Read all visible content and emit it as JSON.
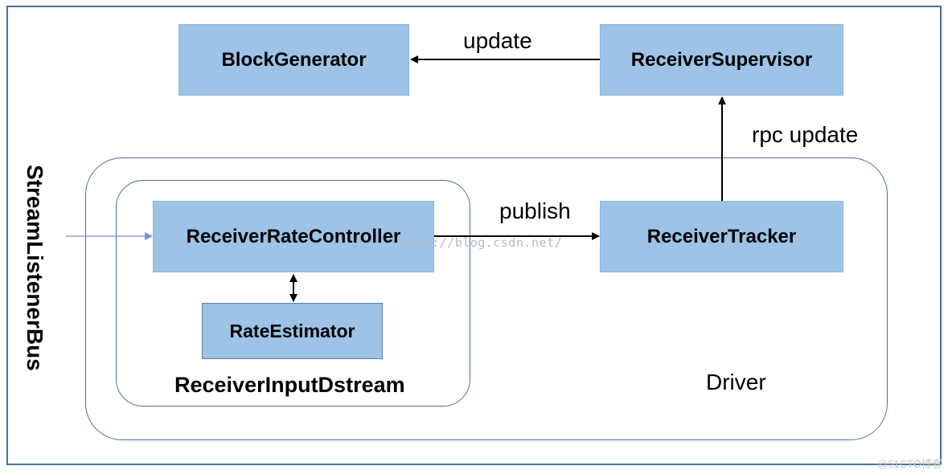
{
  "nodes": {
    "block_generator": "BlockGenerator",
    "receiver_supervisor": "ReceiverSupervisor",
    "receiver_rate_controller": "ReceiverRateController",
    "receiver_tracker": "ReceiverTracker",
    "rate_estimator": "RateEstimator"
  },
  "containers": {
    "receiver_input_dstream": "ReceiverInputDstream",
    "driver": "Driver"
  },
  "edges": {
    "update": "update",
    "rpc_update": "rpc update",
    "publish": "publish"
  },
  "side_label": "StreamListenerBus",
  "watermark": "http://blog.csdn.net/",
  "corner_mark": "@51CTO博客",
  "colors": {
    "node_fill": "#9dc3e6",
    "border": "#4a6fa5"
  }
}
